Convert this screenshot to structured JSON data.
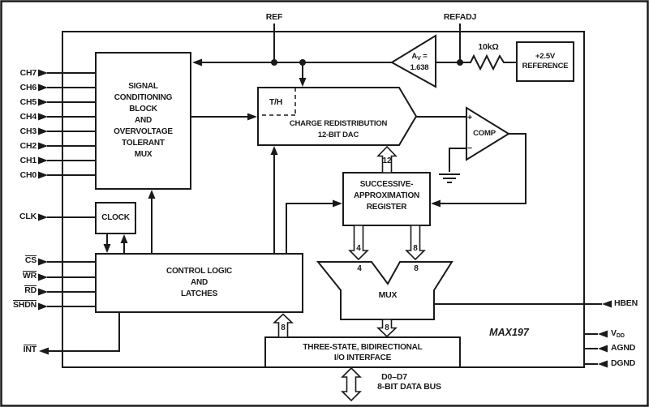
{
  "part_label": "MAX197",
  "pins": {
    "top": [
      {
        "label": "REF"
      },
      {
        "label": "REFADJ"
      }
    ],
    "left": [
      {
        "label": "CH7"
      },
      {
        "label": "CH6"
      },
      {
        "label": "CH5"
      },
      {
        "label": "CH4"
      },
      {
        "label": "CH3"
      },
      {
        "label": "CH2"
      },
      {
        "label": "CH1"
      },
      {
        "label": "CH0"
      },
      {
        "label": "CLK"
      },
      {
        "label": "CS"
      },
      {
        "label": "WR"
      },
      {
        "label": "RD"
      },
      {
        "label": "SHDN"
      },
      {
        "label": "INT"
      }
    ],
    "right": [
      {
        "label": "HBEN"
      },
      {
        "base": "V",
        "sub": "DD"
      },
      {
        "label": "AGND"
      },
      {
        "label": "DGND"
      }
    ],
    "bottom": {
      "range": "D0–D7",
      "bus": "8-BIT DATA BUS"
    }
  },
  "blocks": {
    "signal_conditioning": {
      "l1": "SIGNAL",
      "l2": "CONDITIONING",
      "l3": "BLOCK",
      "l4": "AND",
      "l5": "OVERVOLTAGE",
      "l6": "TOLERANT",
      "l7": "MUX"
    },
    "clock": {
      "label": "CLOCK"
    },
    "control_logic": {
      "l1": "CONTROL LOGIC",
      "l2": "AND",
      "l3": "LATCHES"
    },
    "dac": {
      "th": "T/H",
      "l1": "CHARGE REDISTRIBUTION",
      "l2": "12-BIT DAC"
    },
    "sar": {
      "l1": "SUCCESSIVE-",
      "l2": "APPROXIMATION",
      "l3": "REGISTER"
    },
    "comparator": {
      "label": "COMP",
      "plus": "+",
      "minus": "−"
    },
    "amplifier": {
      "gain_base": "A",
      "gain_sub": "V",
      "gain_eq": "=",
      "gain_value": "1.638"
    },
    "reference": {
      "l1": "+2.5V",
      "l2": "REFERENCE"
    },
    "resistor": {
      "value": "10kΩ"
    },
    "mux": {
      "label": "MUX",
      "in_left": "4",
      "in_right": "8"
    },
    "io_interface": {
      "l1": "THREE-STATE, BIDIRECTIONAL",
      "l2": "I/O INTERFACE"
    }
  },
  "buses": {
    "dac_bits": "12",
    "sar_low": "4",
    "sar_high": "8",
    "mux_out": "8",
    "ctrl_io": "8"
  }
}
